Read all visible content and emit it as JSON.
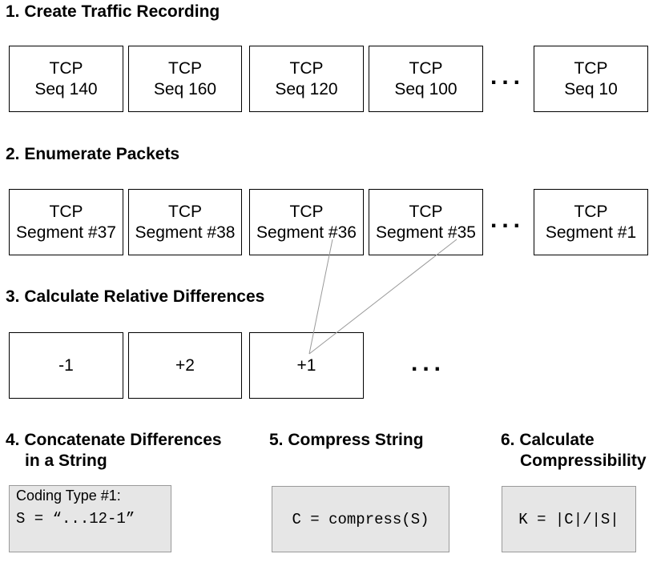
{
  "steps": {
    "s1": {
      "title": "1. Create Traffic Recording"
    },
    "s2": {
      "title": "2. Enumerate Packets"
    },
    "s3": {
      "title": "3. Calculate Relative Differences"
    },
    "s4": {
      "title_line1": "4. Concatenate Differences",
      "title_line2": "in a String"
    },
    "s5": {
      "title": "5. Compress String"
    },
    "s6": {
      "title_line1": "6. Calculate",
      "title_line2": "Compressibility"
    }
  },
  "recording": [
    {
      "line1": "TCP",
      "line2": "Seq 140"
    },
    {
      "line1": "TCP",
      "line2": "Seq 160"
    },
    {
      "line1": "TCP",
      "line2": "Seq 120"
    },
    {
      "line1": "TCP",
      "line2": "Seq 100"
    },
    {
      "line1": "TCP",
      "line2": "Seq 10"
    }
  ],
  "enumerated": [
    {
      "line1": "TCP",
      "line2": "Segment #37"
    },
    {
      "line1": "TCP",
      "line2": "Segment #38"
    },
    {
      "line1": "TCP",
      "line2": "Segment #36"
    },
    {
      "line1": "TCP",
      "line2": "Segment #35"
    },
    {
      "line1": "TCP",
      "line2": "Segment #1"
    }
  ],
  "differences": [
    "-1",
    "+2",
    "+1"
  ],
  "ellipsis": "...",
  "concat": {
    "caption": "Coding Type #1:",
    "formula": "S = “...12-1”"
  },
  "compress": {
    "formula": "C = compress(S)"
  },
  "compressibility": {
    "formula": "K = |C|/|S|"
  }
}
